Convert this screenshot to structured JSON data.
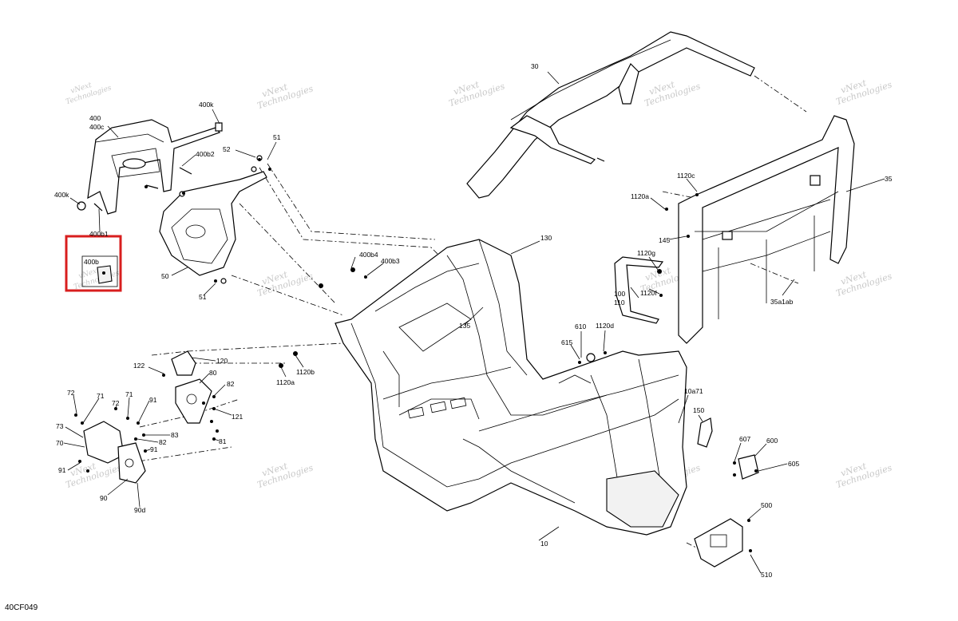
{
  "drawing_code": "40CF049",
  "highlight_color": "#d81e1e",
  "watermark": {
    "line1": "vNext",
    "line2": "Technologies"
  },
  "callouts": {
    "c400k_top": "400k",
    "c400": "400",
    "c400c": "400c",
    "c400b2": "400b2",
    "c52": "52",
    "c51_top": "51",
    "c400k_left": "400k",
    "c400b1": "400b1",
    "c400b": "400b",
    "c50": "50",
    "c51_bottom": "51",
    "c400b4": "400b4",
    "c400b3": "400b3",
    "c30": "30",
    "c130": "130",
    "c135": "135",
    "c1120c": "1120c",
    "c1120a": "1120a",
    "c35": "35",
    "c145": "145",
    "c1120g": "1120g",
    "c100": "100",
    "c110": "110",
    "c1120f": "1120f",
    "c35a1ab": "35a1ab",
    "c610": "610",
    "c1120d": "1120d",
    "c615": "615",
    "c1120b": "1120b",
    "c1120a_mid": "1120a",
    "c120": "120",
    "c122": "122",
    "c80": "80",
    "c82_a": "82",
    "c121": "121",
    "c72_a": "72",
    "c71_a": "71",
    "c72_b": "72",
    "c71_b": "71",
    "c91_a": "91",
    "c73": "73",
    "c83": "83",
    "c82_b": "82",
    "c81": "81",
    "c70": "70",
    "c91_b": "91",
    "c91_c": "91",
    "c90": "90",
    "c90d": "90d",
    "c10a71": "10a71",
    "c150": "150",
    "c607": "607",
    "c600": "600",
    "c605": "605",
    "c500": "500",
    "c510": "510",
    "c10": "10"
  }
}
